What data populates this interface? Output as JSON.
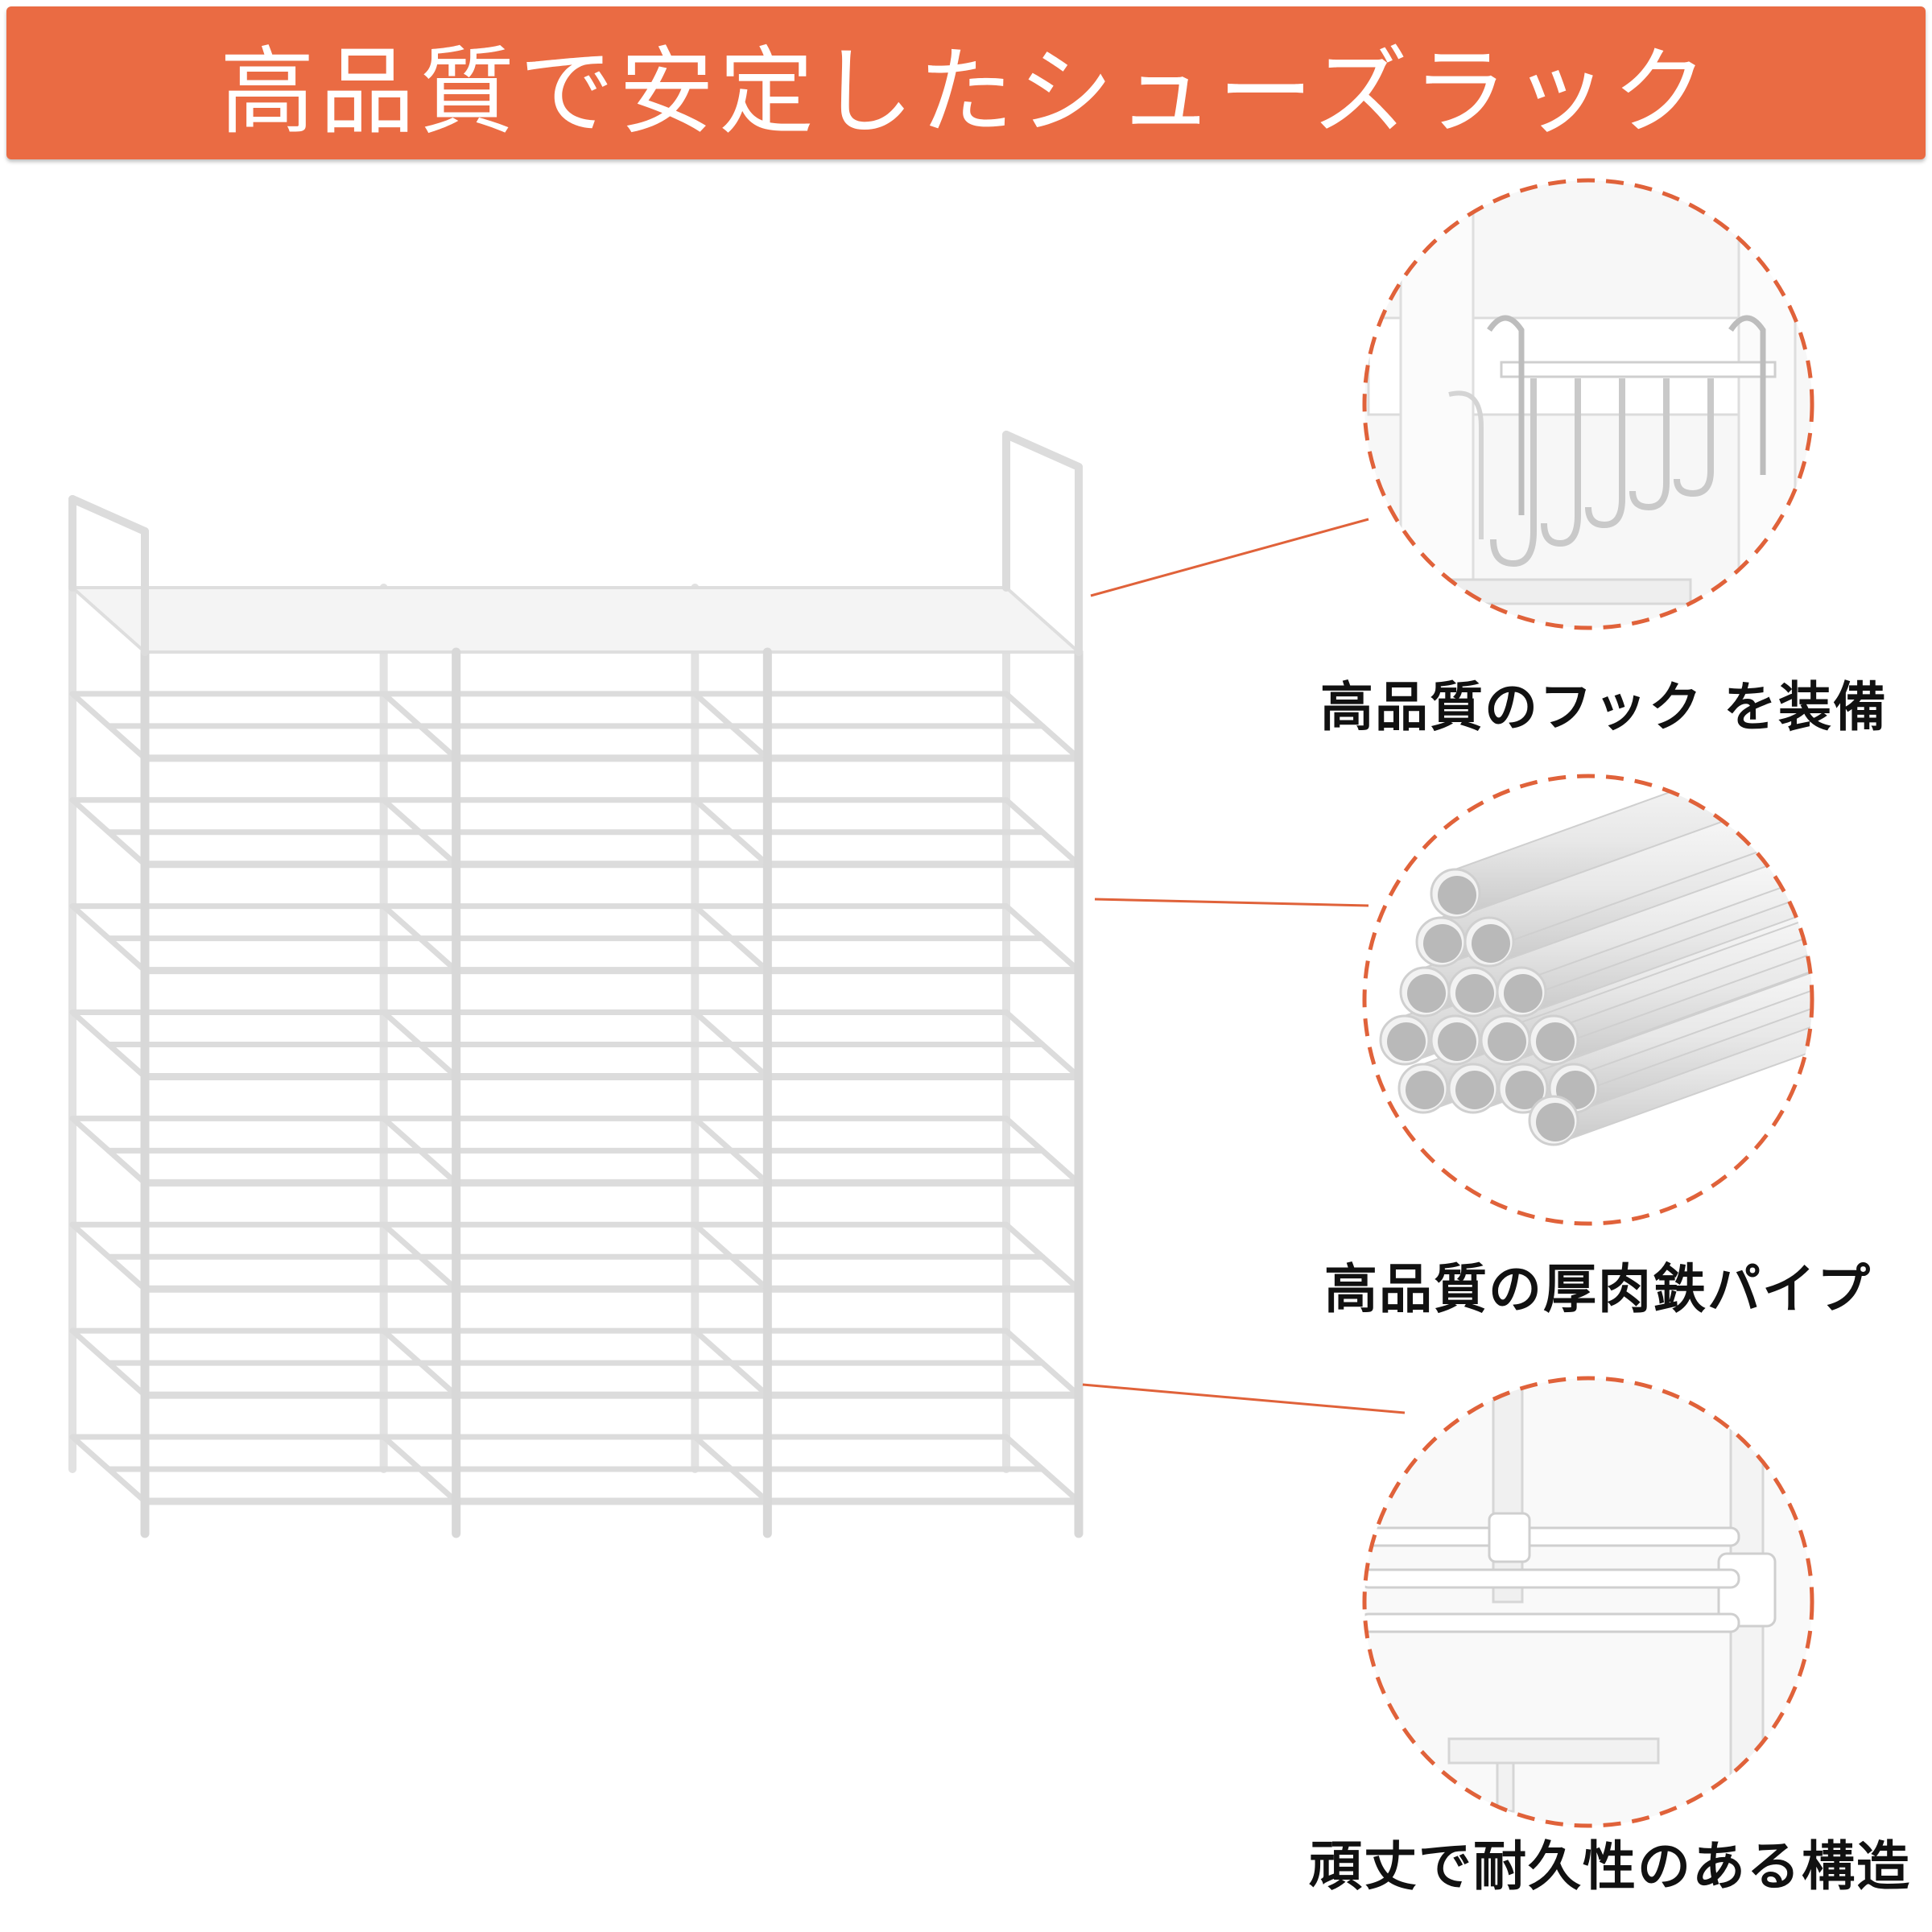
{
  "banner": {
    "title": "高品質で安定したシューズラック",
    "color": "#ea6b43"
  },
  "features": [
    {
      "caption": "高品質のフック を装備",
      "detail_icon": "hook-closeup"
    },
    {
      "caption": "高品質の厚肉鉄パイプ",
      "detail_icon": "pipe-bundle-closeup"
    },
    {
      "caption": "頑丈で耐久性のある構造",
      "detail_icon": "joint-closeup"
    }
  ],
  "product": {
    "icon": "shoe-rack",
    "tiers": 9,
    "columns": 3,
    "color": "#ffffff"
  },
  "accent_color": "#e0623a"
}
